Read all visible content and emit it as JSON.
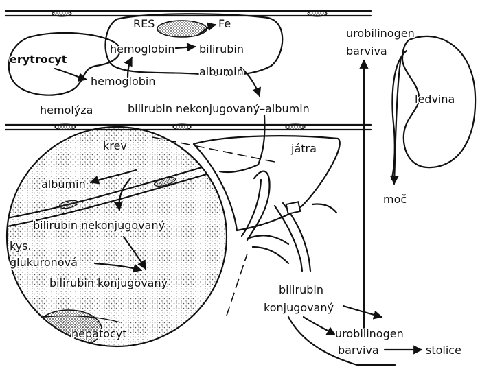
{
  "labels": {
    "res": "RES",
    "fe": "Fe",
    "hemoglobin_res": "hemoglobin",
    "bilirubin_res": "bilirubin",
    "erytrocyt": "erytrocyt",
    "hemoglobin_free": "hemoglobin",
    "albumin_top": "albumin",
    "hemolyza": "hemolýza",
    "bilirubin_complex": "bilirubin nekonjugovaný–albumin",
    "urobilinogen_top": "urobilinogen",
    "barviva_top": "barviva",
    "ledvina": "ledvina",
    "moc": "moč",
    "krev": "krev",
    "jatra": "játra",
    "albumin_circle": "albumin",
    "bilirubin_nekonj": "bilirubin nekonjugovaný",
    "kys": "kys.",
    "glukuronova": "glukuronová",
    "bilirubin_konj_circle": "bilirubin konjugovaný",
    "hepatocyt": "hepatocyt",
    "bilirubin_bottom": "bilirubin",
    "konjugovany_bottom": "konjugovaný",
    "urobilinogen_bottom": "urobilinogen",
    "barviva_bottom": "barviva",
    "stolice": "stolice"
  },
  "colors": {
    "ink": "#111111",
    "paper": "#ffffff",
    "stipple": "#555555"
  }
}
